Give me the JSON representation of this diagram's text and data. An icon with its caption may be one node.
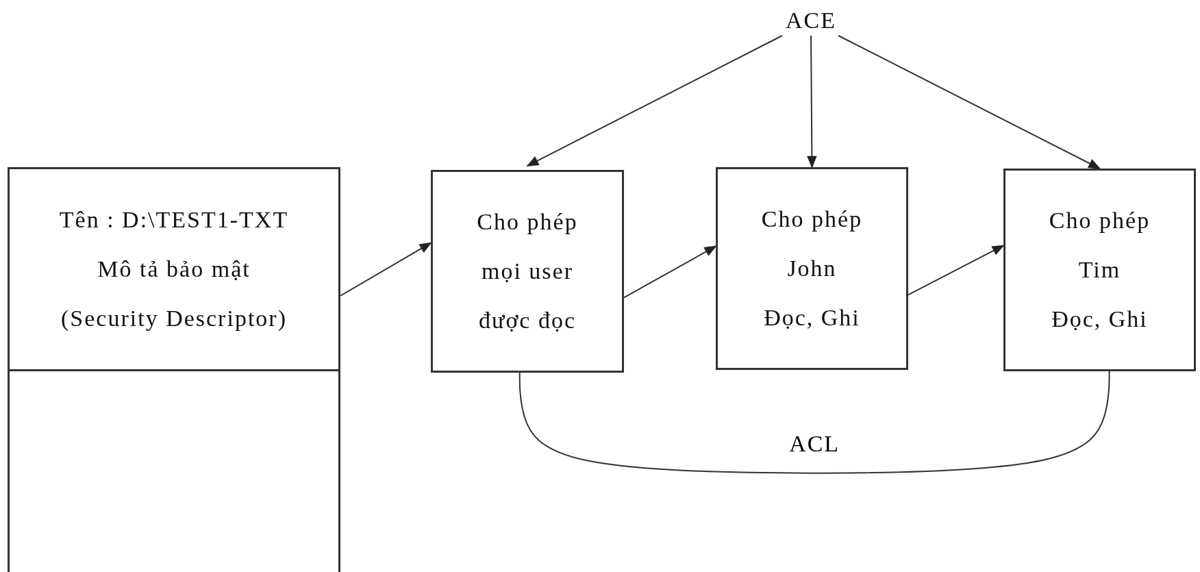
{
  "diagram": {
    "nodes": [
      {
        "text": [
          "ACE"
        ]
      },
      {
        "text": [
          "Tên : D:\\TEST1-TXT",
          "Mô tả bảo mật (Security Descriptor)"
        ]
      },
      {
        "text": [],
        "shape": "box"
      },
      {
        "text": [
          "Cho phép mọi user được đọc"
        ]
      },
      {
        "text": [
          "Cho phép John Đọc, Ghi"
        ]
      },
      {
        "text": [
          "Cho phép Tim Đọc, Ghi"
        ]
      }
    ],
    "edges": [
      {
        "from": 0,
        "to": 3,
        "arrow": "to"
      },
      {
        "from": 0,
        "to": 4,
        "arrow": "to"
      },
      {
        "from": 0,
        "to": 5,
        "arrow": "to"
      },
      {
        "from": 1,
        "to": 3,
        "arrow": "to"
      },
      {
        "from": 3,
        "to": 4,
        "arrow": "to"
      },
      {
        "from": 4,
        "to": 5,
        "arrow": "to"
      },
      {
        "from": 3,
        "to": 5,
        "arrow": "none",
        "label": "ACL"
      }
    ]
  }
}
